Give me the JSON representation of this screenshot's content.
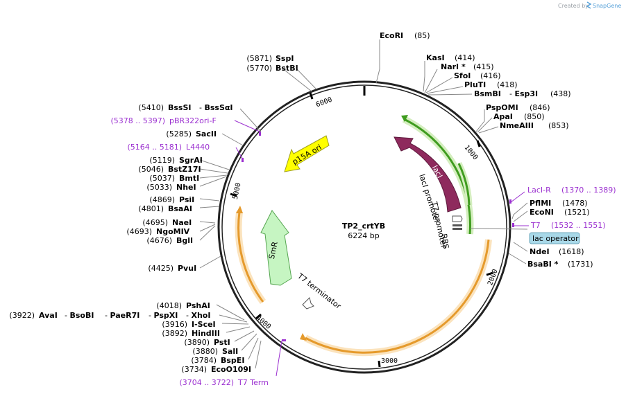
{
  "watermark": {
    "created_by": "Created by",
    "brand": "SnapGene"
  },
  "plasmid": {
    "name": "TP2_crtYB",
    "size": "6224 bp"
  },
  "ticks": [
    "1000",
    "2000",
    "3000",
    "4000",
    "5000",
    "6000"
  ],
  "sites_right": [
    {
      "pos": "(85)",
      "name": "EcoRI"
    },
    {
      "pos": "(414)",
      "name": "KasI"
    },
    {
      "pos": "(415)",
      "name": "NarI *"
    },
    {
      "pos": "(416)",
      "name": "SfoI"
    },
    {
      "pos": "(418)",
      "name": "PluTI"
    },
    {
      "pos": "(438)",
      "name": "BsmBI",
      "alt": "Esp3I"
    },
    {
      "pos": "(846)",
      "name": "PspOMI"
    },
    {
      "pos": "(850)",
      "name": "ApaI"
    },
    {
      "pos": "(853)",
      "name": "NmeAIII"
    },
    {
      "pos": "(1478)",
      "name": "PflMI"
    },
    {
      "pos": "(1521)",
      "name": "EcoNI"
    },
    {
      "pos": "(1618)",
      "name": "NdeI"
    },
    {
      "pos": "(1731)",
      "name": "BsaBI *"
    }
  ],
  "sites_left": [
    {
      "pos": "(5871)",
      "name": "SspI"
    },
    {
      "pos": "(5770)",
      "name": "BstBI"
    },
    {
      "pos": "(5410)",
      "name": "BssSI",
      "alt": "BssSαI"
    },
    {
      "pos": "(5285)",
      "name": "SacII"
    },
    {
      "pos": "(5119)",
      "name": "SgrAI"
    },
    {
      "pos": "(5046)",
      "name": "BstZ17I"
    },
    {
      "pos": "(5037)",
      "name": "BmtI"
    },
    {
      "pos": "(5033)",
      "name": "NheI"
    },
    {
      "pos": "(4869)",
      "name": "PsiI"
    },
    {
      "pos": "(4801)",
      "name": "BsaAI"
    },
    {
      "pos": "(4695)",
      "name": "NaeI"
    },
    {
      "pos": "(4693)",
      "name": "NgoMIV"
    },
    {
      "pos": "(4676)",
      "name": "BglI"
    },
    {
      "pos": "(4425)",
      "name": "PvuI"
    },
    {
      "pos": "(4018)",
      "name": "PshAI"
    },
    {
      "pos": "(3922)",
      "name": "AvaI",
      "alt": "BsoBI",
      "alt2": "PaeR7I",
      "alt3": "PspXI",
      "alt4": "XhoI"
    },
    {
      "pos": "(3916)",
      "name": "I-SceI"
    },
    {
      "pos": "(3892)",
      "name": "HindIII"
    },
    {
      "pos": "(3890)",
      "name": "PstI"
    },
    {
      "pos": "(3880)",
      "name": "SalI"
    },
    {
      "pos": "(3784)",
      "name": "BspEI"
    },
    {
      "pos": "(3734)",
      "name": "EcoO109I"
    }
  ],
  "primers": [
    {
      "pos": "(5378 .. 5397)",
      "name": "pBR322ori-F"
    },
    {
      "pos": "(5164 .. 5181)",
      "name": "L4440"
    },
    {
      "name": "LacI-R",
      "pos": "(1370 .. 1389)"
    },
    {
      "name": "T7",
      "pos": "(1532 .. 1551)"
    },
    {
      "pos": "(3704 .. 3722)",
      "name": "T7 Term"
    }
  ],
  "features": {
    "lac_operator": "lac operator",
    "laci": "lacI",
    "laci_promoter": "lacI promoter",
    "t7_promoter": "T7 promoter",
    "rbs": "RBS",
    "p15a": "p15A ori",
    "smr": "SmR",
    "t7_terminator": "T7 terminator"
  },
  "colors": {
    "laci": "#8e2a5d",
    "orange_track": "#f2a33a",
    "green_track": "#3f9c1f",
    "p15a": "#ffff00",
    "smr": "#c6f5c2",
    "primer": "#9b30d0",
    "operator": "#a8d8e8"
  }
}
